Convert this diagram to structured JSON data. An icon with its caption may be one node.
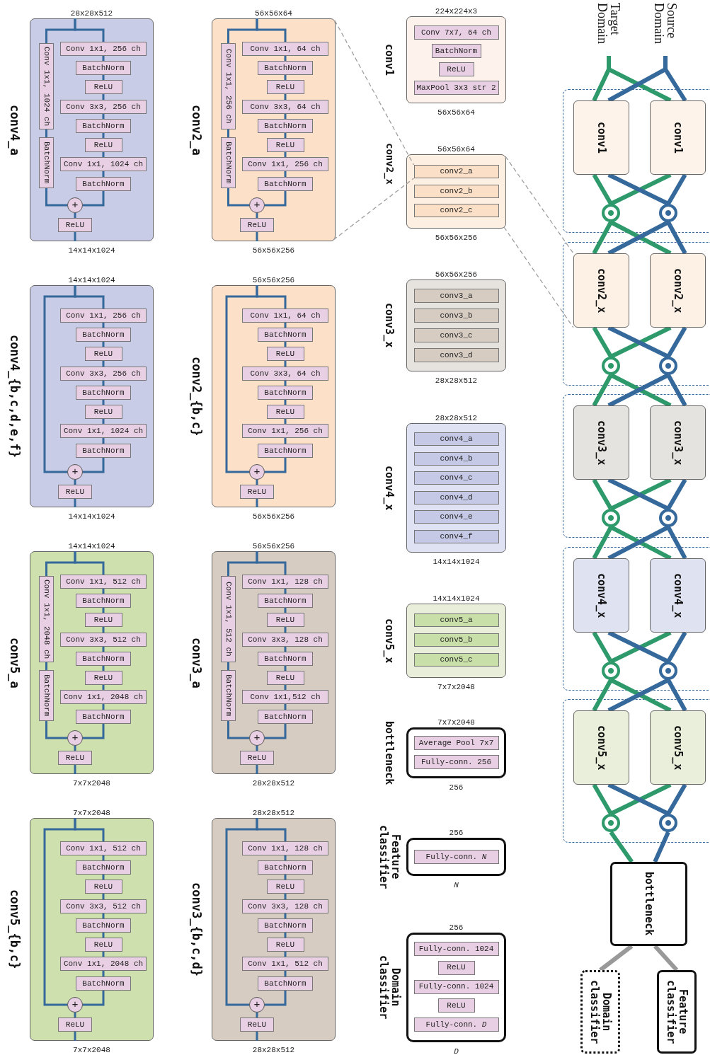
{
  "diagram": {
    "nodes": [
      {
        "text": [
          "conv4_a"
        ],
        "beside": [
          "28x28x512",
          "14x14x1024"
        ]
      },
      {
        "text": [
          "Conv 1x1, 256 ch"
        ],
        "in": 0
      },
      {
        "text": [
          "BatchNorm"
        ],
        "in": 0
      },
      {
        "text": [
          "ReLU"
        ],
        "in": 0
      },
      {
        "text": [
          "Conv 3x3, 256 ch"
        ],
        "in": 0
      },
      {
        "text": [
          "BatchNorm"
        ],
        "in": 0
      },
      {
        "text": [
          "ReLU"
        ],
        "in": 0
      },
      {
        "text": [
          "Conv 1x1, 1024 ch"
        ],
        "in": 0
      },
      {
        "text": [
          "BatchNorm"
        ],
        "in": 0
      },
      {
        "text": [
          "Conv 1x1, 1024 ch"
        ],
        "in": 0
      },
      {
        "text": [
          "BatchNorm"
        ],
        "in": 0
      },
      {
        "text": [
          "+"
        ],
        "in": 0
      },
      {
        "text": [
          "ReLU"
        ],
        "in": 0
      },
      {
        "text": [
          "conv4_{b,c,d,e,f}"
        ],
        "beside": [
          "14x14x1024",
          "14x14x1024"
        ]
      },
      {
        "text": [
          "Conv 1x1, 256 ch"
        ],
        "in": 13
      },
      {
        "text": [
          "BatchNorm"
        ],
        "in": 13
      },
      {
        "text": [
          "ReLU"
        ],
        "in": 13
      },
      {
        "text": [
          "Conv 3x3, 256 ch"
        ],
        "in": 13
      },
      {
        "text": [
          "BatchNorm"
        ],
        "in": 13
      },
      {
        "text": [
          "ReLU"
        ],
        "in": 13
      },
      {
        "text": [
          "Conv 1x1, 1024 ch"
        ],
        "in": 13
      },
      {
        "text": [
          "BatchNorm"
        ],
        "in": 13
      },
      {
        "text": [
          "+"
        ],
        "in": 13
      },
      {
        "text": [
          "ReLU"
        ],
        "in": 13
      },
      {
        "text": [
          "conv5_a"
        ],
        "beside": [
          "14x14x1024",
          "7x7x2048"
        ]
      },
      {
        "text": [
          "Conv 1x1, 512 ch"
        ],
        "in": 24
      },
      {
        "text": [
          "BatchNorm"
        ],
        "in": 24
      },
      {
        "text": [
          "ReLU"
        ],
        "in": 24
      },
      {
        "text": [
          "Conv 3x3, 512 ch"
        ],
        "in": 24
      },
      {
        "text": [
          "BatchNorm"
        ],
        "in": 24
      },
      {
        "text": [
          "ReLU"
        ],
        "in": 24
      },
      {
        "text": [
          "Conv 1x1, 2048 ch"
        ],
        "in": 24
      },
      {
        "text": [
          "BatchNorm"
        ],
        "in": 24
      },
      {
        "text": [
          "Conv 1x1, 2048 ch"
        ],
        "in": 24
      },
      {
        "text": [
          "BatchNorm"
        ],
        "in": 24
      },
      {
        "text": [
          "+"
        ],
        "in": 24
      },
      {
        "text": [
          "ReLU"
        ],
        "in": 24
      },
      {
        "text": [
          "conv5_{b,c}"
        ],
        "beside": [
          "7x7x2048",
          "7x7x2048"
        ]
      },
      {
        "text": [
          "Conv 1x1, 512 ch"
        ],
        "in": 37
      },
      {
        "text": [
          "BatchNorm"
        ],
        "in": 37
      },
      {
        "text": [
          "ReLU"
        ],
        "in": 37
      },
      {
        "text": [
          "Conv 3x3, 512 ch"
        ],
        "in": 37
      },
      {
        "text": [
          "BatchNorm"
        ],
        "in": 37
      },
      {
        "text": [
          "ReLU"
        ],
        "in": 37
      },
      {
        "text": [
          "Conv 1x1, 2048 ch"
        ],
        "in": 37
      },
      {
        "text": [
          "BatchNorm"
        ],
        "in": 37
      },
      {
        "text": [
          "+"
        ],
        "in": 37
      },
      {
        "text": [
          "ReLU"
        ],
        "in": 37
      },
      {
        "text": [
          "conv2_a"
        ],
        "beside": [
          "56x56x64",
          "56x56x256"
        ]
      },
      {
        "text": [
          "Conv 1x1, 64 ch"
        ],
        "in": 48
      },
      {
        "text": [
          "BatchNorm"
        ],
        "in": 48
      },
      {
        "text": [
          "ReLU"
        ],
        "in": 48
      },
      {
        "text": [
          "Conv 3x3, 64 ch"
        ],
        "in": 48
      },
      {
        "text": [
          "BatchNorm"
        ],
        "in": 48
      },
      {
        "text": [
          "ReLU"
        ],
        "in": 48
      },
      {
        "text": [
          "Conv 1x1, 256 ch"
        ],
        "in": 48
      },
      {
        "text": [
          "BatchNorm"
        ],
        "in": 48
      },
      {
        "text": [
          "Conv 1x1, 256 ch"
        ],
        "in": 48
      },
      {
        "text": [
          "BatchNorm"
        ],
        "in": 48
      },
      {
        "text": [
          "+"
        ],
        "in": 48
      },
      {
        "text": [
          "ReLU"
        ],
        "in": 48
      },
      {
        "text": [
          "conv2_{b,c}"
        ],
        "beside": [
          "56x56x256",
          "56x56x256"
        ]
      },
      {
        "text": [
          "Conv 1x1, 64 ch"
        ],
        "in": 61
      },
      {
        "text": [
          "BatchNorm"
        ],
        "in": 61
      },
      {
        "text": [
          "ReLU"
        ],
        "in": 61
      },
      {
        "text": [
          "Conv 3x3, 64 ch"
        ],
        "in": 61
      },
      {
        "text": [
          "BatchNorm"
        ],
        "in": 61
      },
      {
        "text": [
          "ReLU"
        ],
        "in": 61
      },
      {
        "text": [
          "Conv 1x1, 256 ch"
        ],
        "in": 61
      },
      {
        "text": [
          "BatchNorm"
        ],
        "in": 61
      },
      {
        "text": [
          "+"
        ],
        "in": 61
      },
      {
        "text": [
          "ReLU"
        ],
        "in": 61
      },
      {
        "text": [
          "conv3_a"
        ],
        "beside": [
          "56x56x256",
          "28x28x512"
        ]
      },
      {
        "text": [
          "Conv 1x1, 128 ch"
        ],
        "in": 72
      },
      {
        "text": [
          "BatchNorm"
        ],
        "in": 72
      },
      {
        "text": [
          "ReLU"
        ],
        "in": 72
      },
      {
        "text": [
          "Conv 3x3, 128 ch"
        ],
        "in": 72
      },
      {
        "text": [
          "BatchNorm"
        ],
        "in": 72
      },
      {
        "text": [
          "ReLU"
        ],
        "in": 72
      },
      {
        "text": [
          "Conv 1x1,512 ch"
        ],
        "in": 72
      },
      {
        "text": [
          "BatchNorm"
        ],
        "in": 72
      },
      {
        "text": [
          "Conv 1x1, 512 ch"
        ],
        "in": 72
      },
      {
        "text": [
          "BatchNorm"
        ],
        "in": 72
      },
      {
        "text": [
          "+"
        ],
        "in": 72
      },
      {
        "text": [
          "ReLU"
        ],
        "in": 72
      },
      {
        "text": [
          "conv3_{b,c,d}"
        ],
        "beside": [
          "28x28x512",
          "28x28x512"
        ]
      },
      {
        "text": [
          "Conv 1x1, 128 ch"
        ],
        "in": 85
      },
      {
        "text": [
          "BatchNorm"
        ],
        "in": 85
      },
      {
        "text": [
          "ReLU"
        ],
        "in": 85
      },
      {
        "text": [
          "Conv 3x3, 128 ch"
        ],
        "in": 85
      },
      {
        "text": [
          "BatchNorm"
        ],
        "in": 85
      },
      {
        "text": [
          "ReLU"
        ],
        "in": 85
      },
      {
        "text": [
          "Conv 1x1, 512 ch"
        ],
        "in": 85
      },
      {
        "text": [
          "BatchNorm"
        ],
        "in": 85
      },
      {
        "text": [
          "+"
        ],
        "in": 85
      },
      {
        "text": [
          "ReLU"
        ],
        "in": 85
      },
      {
        "text": [
          "conv1"
        ],
        "beside": [
          "224x224x3",
          "56x56x64"
        ]
      },
      {
        "text": [
          "Conv 7x7, 64 ch"
        ],
        "in": 96
      },
      {
        "text": [
          "BatchNorm"
        ],
        "in": 96
      },
      {
        "text": [
          "ReLU"
        ],
        "in": 96
      },
      {
        "text": [
          "MaxPool 3x3 str 2"
        ],
        "in": 96
      },
      {
        "text": [
          "conv2_x"
        ],
        "beside": [
          "56x56x64",
          "56x56x256"
        ]
      },
      {
        "text": [
          "conv2_a"
        ],
        "in": 101
      },
      {
        "text": [
          "conv2_b"
        ],
        "in": 101
      },
      {
        "text": [
          "conv2_c"
        ],
        "in": 101
      },
      {
        "text": [
          "conv3_x"
        ],
        "beside": [
          "56x56x256",
          "28x28x512"
        ]
      },
      {
        "text": [
          "conv3_a"
        ],
        "in": 105
      },
      {
        "text": [
          "conv3_b"
        ],
        "in": 105
      },
      {
        "text": [
          "conv3_c"
        ],
        "in": 105
      },
      {
        "text": [
          "conv3_d"
        ],
        "in": 105
      },
      {
        "text": [
          "conv4_x"
        ],
        "beside": [
          "28x28x512",
          "14x14x1024"
        ]
      },
      {
        "text": [
          "conv4_a"
        ],
        "in": 110
      },
      {
        "text": [
          "conv4_b"
        ],
        "in": 110
      },
      {
        "text": [
          "conv4_c"
        ],
        "in": 110
      },
      {
        "text": [
          "conv4_d"
        ],
        "in": 110
      },
      {
        "text": [
          "conv4_e"
        ],
        "in": 110
      },
      {
        "text": [
          "conv4_f"
        ],
        "in": 110
      },
      {
        "text": [
          "conv5_x"
        ],
        "beside": [
          "14x14x1024",
          "7x7x2048"
        ]
      },
      {
        "text": [
          "conv5_a"
        ],
        "in": 117
      },
      {
        "text": [
          "conv5_b"
        ],
        "in": 117
      },
      {
        "text": [
          "conv5_c"
        ],
        "in": 117
      },
      {
        "text": [
          "bottleneck"
        ],
        "beside": [
          "7x7x2048",
          "256"
        ]
      },
      {
        "text": [
          "Average Pool 7x7"
        ],
        "in": 121
      },
      {
        "text": [
          "Fully-conn. 256"
        ],
        "in": 121
      },
      {
        "text": [
          "Feature classifier"
        ],
        "beside": [
          "256",
          "N"
        ]
      },
      {
        "text": [
          "Fully-conn. *N*"
        ],
        "in": 124
      },
      {
        "text": [
          "Domain classifier"
        ],
        "beside": [
          "256",
          "D"
        ]
      },
      {
        "text": [
          "Fully-conn. 1024"
        ],
        "in": 126
      },
      {
        "text": [
          "ReLU"
        ],
        "in": 126
      },
      {
        "text": [
          "Fully-conn. 1024"
        ],
        "in": 126
      },
      {
        "text": [
          "ReLU"
        ],
        "in": 126
      },
      {
        "text": [
          "Fully-conn. *D*"
        ],
        "in": 126
      },
      {
        "text": [
          "Target Domain"
        ]
      },
      {
        "text": [
          "Source Domain"
        ]
      },
      {
        "text": [],
        "shape": "box"
      },
      {
        "text": [
          "conv1"
        ],
        "in": 134
      },
      {
        "text": [
          "conv1"
        ],
        "in": 134
      },
      {
        "text": [],
        "shape": "circle",
        "in": 134
      },
      {
        "text": [],
        "shape": "circle",
        "in": 134
      },
      {
        "text": [],
        "shape": "box"
      },
      {
        "text": [
          "conv2_x"
        ],
        "in": 139
      },
      {
        "text": [
          "conv2_x"
        ],
        "in": 139
      },
      {
        "text": [],
        "shape": "circle",
        "in": 139
      },
      {
        "text": [],
        "shape": "circle",
        "in": 139
      },
      {
        "text": [],
        "shape": "box"
      },
      {
        "text": [
          "conv3_x"
        ],
        "in": 144
      },
      {
        "text": [
          "conv3_x"
        ],
        "in": 144
      },
      {
        "text": [],
        "shape": "circle",
        "in": 144
      },
      {
        "text": [],
        "shape": "circle",
        "in": 144
      },
      {
        "text": [],
        "shape": "box"
      },
      {
        "text": [
          "conv4_x"
        ],
        "in": 149
      },
      {
        "text": [
          "conv4_x"
        ],
        "in": 149
      },
      {
        "text": [],
        "shape": "circle",
        "in": 149
      },
      {
        "text": [],
        "shape": "circle",
        "in": 149
      },
      {
        "text": [],
        "shape": "box"
      },
      {
        "text": [
          "conv5_x"
        ],
        "in": 154
      },
      {
        "text": [
          "conv5_x"
        ],
        "in": 154
      },
      {
        "text": [],
        "shape": "circle",
        "in": 154
      },
      {
        "text": [],
        "shape": "circle",
        "in": 154
      },
      {
        "text": [
          "bottleneck"
        ]
      },
      {
        "text": [
          "Domain classifier"
        ]
      },
      {
        "text": [
          "Feature classifier"
        ]
      }
    ],
    "edges": [
      {
        "from": null,
        "to": 1,
        "arrow": "none"
      },
      {
        "from": 1,
        "to": 2,
        "arrow": "none"
      },
      {
        "from": 2,
        "to": 3,
        "arrow": "none"
      },
      {
        "from": 3,
        "to": 4,
        "arrow": "none"
      },
      {
        "from": 4,
        "to": 5,
        "arrow": "none"
      },
      {
        "from": 5,
        "to": 6,
        "arrow": "none"
      },
      {
        "from": 6,
        "to": 7,
        "arrow": "none"
      },
      {
        "from": 7,
        "to": 8,
        "arrow": "none"
      },
      {
        "from": 8,
        "to": 11,
        "arrow": "none"
      },
      {
        "from": null,
        "to": 9,
        "arrow": "none"
      },
      {
        "from": 9,
        "to": 10,
        "arrow": "none"
      },
      {
        "from": 10,
        "to": 11,
        "arrow": "none"
      },
      {
        "from": 11,
        "to": 12,
        "arrow": "none"
      },
      {
        "from": 12,
        "to": null,
        "arrow": "none"
      },
      {
        "from": null,
        "to": 14,
        "arrow": "none"
      },
      {
        "from": 14,
        "to": 15,
        "arrow": "none"
      },
      {
        "from": 15,
        "to": 16,
        "arrow": "none"
      },
      {
        "from": 16,
        "to": 17,
        "arrow": "none"
      },
      {
        "from": 17,
        "to": 18,
        "arrow": "none"
      },
      {
        "from": 18,
        "to": 19,
        "arrow": "none"
      },
      {
        "from": 19,
        "to": 20,
        "arrow": "none"
      },
      {
        "from": 20,
        "to": 21,
        "arrow": "none"
      },
      {
        "from": 21,
        "to": 22,
        "arrow": "none"
      },
      {
        "from": null,
        "to": 22,
        "arrow": "none"
      },
      {
        "from": 22,
        "to": 23,
        "arrow": "none"
      },
      {
        "from": 23,
        "to": null,
        "arrow": "none"
      },
      {
        "from": null,
        "to": 25,
        "arrow": "none"
      },
      {
        "from": 25,
        "to": 26,
        "arrow": "none"
      },
      {
        "from": 26,
        "to": 27,
        "arrow": "none"
      },
      {
        "from": 27,
        "to": 28,
        "arrow": "none"
      },
      {
        "from": 28,
        "to": 29,
        "arrow": "none"
      },
      {
        "from": 29,
        "to": 30,
        "arrow": "none"
      },
      {
        "from": 30,
        "to": 31,
        "arrow": "none"
      },
      {
        "from": 31,
        "to": 32,
        "arrow": "none"
      },
      {
        "from": 32,
        "to": 35,
        "arrow": "none"
      },
      {
        "from": null,
        "to": 33,
        "arrow": "none"
      },
      {
        "from": 33,
        "to": 34,
        "arrow": "none"
      },
      {
        "from": 34,
        "to": 35,
        "arrow": "none"
      },
      {
        "from": 35,
        "to": 36,
        "arrow": "none"
      },
      {
        "from": 36,
        "to": null,
        "arrow": "none"
      },
      {
        "from": null,
        "to": 38,
        "arrow": "none"
      },
      {
        "from": 38,
        "to": 39,
        "arrow": "none"
      },
      {
        "from": 39,
        "to": 40,
        "arrow": "none"
      },
      {
        "from": 40,
        "to": 41,
        "arrow": "none"
      },
      {
        "from": 41,
        "to": 42,
        "arrow": "none"
      },
      {
        "from": 42,
        "to": 43,
        "arrow": "none"
      },
      {
        "from": 43,
        "to": 44,
        "arrow": "none"
      },
      {
        "from": 44,
        "to": 45,
        "arrow": "none"
      },
      {
        "from": 45,
        "to": 46,
        "arrow": "none"
      },
      {
        "from": null,
        "to": 46,
        "arrow": "none"
      },
      {
        "from": 46,
        "to": 47,
        "arrow": "none"
      },
      {
        "from": 47,
        "to": null,
        "arrow": "none"
      },
      {
        "from": null,
        "to": 49,
        "arrow": "none"
      },
      {
        "from": 49,
        "to": 50,
        "arrow": "none"
      },
      {
        "from": 50,
        "to": 51,
        "arrow": "none"
      },
      {
        "from": 51,
        "to": 52,
        "arrow": "none"
      },
      {
        "from": 52,
        "to": 53,
        "arrow": "none"
      },
      {
        "from": 53,
        "to": 54,
        "arrow": "none"
      },
      {
        "from": 54,
        "to": 55,
        "arrow": "none"
      },
      {
        "from": 55,
        "to": 56,
        "arrow": "none"
      },
      {
        "from": 56,
        "to": 59,
        "arrow": "none"
      },
      {
        "from": null,
        "to": 57,
        "arrow": "none"
      },
      {
        "from": 57,
        "to": 58,
        "arrow": "none"
      },
      {
        "from": 58,
        "to": 59,
        "arrow": "none"
      },
      {
        "from": 59,
        "to": 60,
        "arrow": "none"
      },
      {
        "from": 60,
        "to": null,
        "arrow": "none"
      },
      {
        "from": null,
        "to": 62,
        "arrow": "none"
      },
      {
        "from": 62,
        "to": 63,
        "arrow": "none"
      },
      {
        "from": 63,
        "to": 64,
        "arrow": "none"
      },
      {
        "from": 64,
        "to": 65,
        "arrow": "none"
      },
      {
        "from": 65,
        "to": 66,
        "arrow": "none"
      },
      {
        "from": 66,
        "to": 67,
        "arrow": "none"
      },
      {
        "from": 67,
        "to": 68,
        "arrow": "none"
      },
      {
        "from": 68,
        "to": 69,
        "arrow": "none"
      },
      {
        "from": 69,
        "to": 70,
        "arrow": "none"
      },
      {
        "from": null,
        "to": 70,
        "arrow": "none"
      },
      {
        "from": 70,
        "to": 71,
        "arrow": "none"
      },
      {
        "from": 71,
        "to": null,
        "arrow": "none"
      },
      {
        "from": null,
        "to": 73,
        "arrow": "none"
      },
      {
        "from": 73,
        "to": 74,
        "arrow": "none"
      },
      {
        "from": 74,
        "to": 75,
        "arrow": "none"
      },
      {
        "from": 75,
        "to": 76,
        "arrow": "none"
      },
      {
        "from": 76,
        "to": 77,
        "arrow": "none"
      },
      {
        "from": 77,
        "to": 78,
        "arrow": "none"
      },
      {
        "from": 78,
        "to": 79,
        "arrow": "none"
      },
      {
        "from": 79,
        "to": 80,
        "arrow": "none"
      },
      {
        "from": 80,
        "to": 83,
        "arrow": "none"
      },
      {
        "from": null,
        "to": 81,
        "arrow": "none"
      },
      {
        "from": 81,
        "to": 82,
        "arrow": "none"
      },
      {
        "from": 82,
        "to": 83,
        "arrow": "none"
      },
      {
        "from": 83,
        "to": 84,
        "arrow": "none"
      },
      {
        "from": 84,
        "to": null,
        "arrow": "none"
      },
      {
        "from": null,
        "to": 86,
        "arrow": "none"
      },
      {
        "from": 86,
        "to": 87,
        "arrow": "none"
      },
      {
        "from": 87,
        "to": 88,
        "arrow": "none"
      },
      {
        "from": 88,
        "to": 89,
        "arrow": "none"
      },
      {
        "from": 89,
        "to": 90,
        "arrow": "none"
      },
      {
        "from": 90,
        "to": 91,
        "arrow": "none"
      },
      {
        "from": 91,
        "to": 92,
        "arrow": "none"
      },
      {
        "from": 92,
        "to": 93,
        "arrow": "none"
      },
      {
        "from": 93,
        "to": 94,
        "arrow": "none"
      },
      {
        "from": null,
        "to": 94,
        "arrow": "none"
      },
      {
        "from": 94,
        "to": 95,
        "arrow": "none"
      },
      {
        "from": 95,
        "to": null,
        "arrow": "none"
      },
      {
        "from": 48,
        "to": 102,
        "arrow": "none",
        "style": "dashed",
        "color": "#999999"
      },
      {
        "from": 48,
        "to": 102,
        "arrow": "none",
        "style": "dashed",
        "color": "#999999"
      },
      {
        "from": 101,
        "to": 140,
        "arrow": "none",
        "style": "dashed",
        "color": "#999999"
      },
      {
        "from": 101,
        "to": 140,
        "arrow": "none",
        "style": "dashed",
        "color": "#999999"
      },
      {
        "from": 132,
        "to": 135,
        "arrow": "none",
        "style": "thick",
        "color": "#2e9a6c"
      },
      {
        "from": 132,
        "to": 136,
        "arrow": "none",
        "style": "thick",
        "color": "#2e9a6c"
      },
      {
        "from": 133,
        "to": 135,
        "arrow": "none",
        "style": "thick"
      },
      {
        "from": 133,
        "to": 136,
        "arrow": "none",
        "style": "thick"
      },
      {
        "from": 135,
        "to": 137,
        "arrow": "none",
        "style": "thick",
        "color": "#2e9a6c"
      },
      {
        "from": 136,
        "to": 137,
        "arrow": "none",
        "style": "thick",
        "color": "#2e9a6c"
      },
      {
        "from": 135,
        "to": 138,
        "arrow": "none",
        "style": "thick"
      },
      {
        "from": 136,
        "to": 138,
        "arrow": "none",
        "style": "thick"
      },
      {
        "from": 137,
        "to": 140,
        "arrow": "none",
        "style": "thick",
        "color": "#2e9a6c"
      },
      {
        "from": 137,
        "to": 141,
        "arrow": "none",
        "style": "thick",
        "color": "#2e9a6c"
      },
      {
        "from": 138,
        "to": 140,
        "arrow": "none",
        "style": "thick"
      },
      {
        "from": 138,
        "to": 141,
        "arrow": "none",
        "style": "thick"
      },
      {
        "from": 140,
        "to": 142,
        "arrow": "none",
        "style": "thick",
        "color": "#2e9a6c"
      },
      {
        "from": 141,
        "to": 142,
        "arrow": "none",
        "style": "thick",
        "color": "#2e9a6c"
      },
      {
        "from": 140,
        "to": 143,
        "arrow": "none",
        "style": "thick"
      },
      {
        "from": 141,
        "to": 143,
        "arrow": "none",
        "style": "thick"
      },
      {
        "from": 142,
        "to": 145,
        "arrow": "none",
        "style": "thick",
        "color": "#2e9a6c"
      },
      {
        "from": 142,
        "to": 146,
        "arrow": "none",
        "style": "thick",
        "color": "#2e9a6c"
      },
      {
        "from": 143,
        "to": 145,
        "arrow": "none",
        "style": "thick"
      },
      {
        "from": 143,
        "to": 146,
        "arrow": "none",
        "style": "thick"
      },
      {
        "from": 145,
        "to": 147,
        "arrow": "none",
        "style": "thick",
        "color": "#2e9a6c"
      },
      {
        "from": 146,
        "to": 147,
        "arrow": "none",
        "style": "thick",
        "color": "#2e9a6c"
      },
      {
        "from": 145,
        "to": 148,
        "arrow": "none",
        "style": "thick"
      },
      {
        "from": 146,
        "to": 148,
        "arrow": "none",
        "style": "thick"
      },
      {
        "from": 147,
        "to": 150,
        "arrow": "none",
        "style": "thick",
        "color": "#2e9a6c"
      },
      {
        "from": 147,
        "to": 151,
        "arrow": "none",
        "style": "thick",
        "color": "#2e9a6c"
      },
      {
        "from": 148,
        "to": 150,
        "arrow": "none",
        "style": "thick"
      },
      {
        "from": 148,
        "to": 151,
        "arrow": "none",
        "style": "thick"
      },
      {
        "from": 150,
        "to": 152,
        "arrow": "none",
        "style": "thick",
        "color": "#2e9a6c"
      },
      {
        "from": 151,
        "to": 152,
        "arrow": "none",
        "style": "thick",
        "color": "#2e9a6c"
      },
      {
        "from": 150,
        "to": 153,
        "arrow": "none",
        "style": "thick"
      },
      {
        "from": 151,
        "to": 153,
        "arrow": "none",
        "style": "thick"
      },
      {
        "from": 152,
        "to": 155,
        "arrow": "none",
        "style": "thick",
        "color": "#2e9a6c"
      },
      {
        "from": 152,
        "to": 156,
        "arrow": "none",
        "style": "thick",
        "color": "#2e9a6c"
      },
      {
        "from": 153,
        "to": 155,
        "arrow": "none",
        "style": "thick"
      },
      {
        "from": 153,
        "to": 156,
        "arrow": "none",
        "style": "thick"
      },
      {
        "from": 155,
        "to": 157,
        "arrow": "none",
        "style": "thick",
        "color": "#2e9a6c"
      },
      {
        "from": 156,
        "to": 157,
        "arrow": "none",
        "style": "thick",
        "color": "#2e9a6c"
      },
      {
        "from": 155,
        "to": 158,
        "arrow": "none",
        "style": "thick"
      },
      {
        "from": 156,
        "to": 158,
        "arrow": "none",
        "style": "thick"
      },
      {
        "from": 157,
        "to": 159,
        "arrow": "none",
        "style": "thick",
        "color": "#2e9a6c"
      },
      {
        "from": 158,
        "to": 159,
        "arrow": "none",
        "style": "thick"
      },
      {
        "from": 159,
        "to": 160,
        "arrow": "none",
        "style": "thick",
        "color": "#999999"
      },
      {
        "from": 159,
        "to": 161,
        "arrow": "none",
        "style": "thick",
        "color": "#999999"
      }
    ]
  }
}
